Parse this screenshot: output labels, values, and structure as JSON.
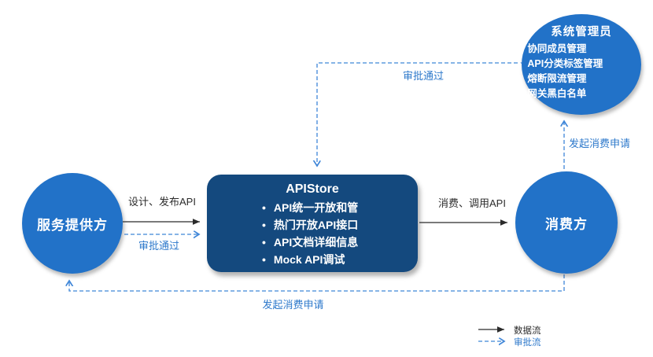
{
  "colors": {
    "background": "#ffffff",
    "circle_blue": "#2272c8",
    "box_navy": "#14497e",
    "flow_blue": "#3f86d8",
    "label_blue": "#2e79cb",
    "data_black": "#2b2b2b"
  },
  "nodes": {
    "provider": {
      "label": "服务提供方"
    },
    "consumer": {
      "label": "消费方"
    },
    "admin": {
      "title": "系统管理员",
      "items": [
        "协同成员管理",
        "API分类标签管理",
        "熔断限流管理",
        "网关黑白名单"
      ]
    },
    "apistore": {
      "title": "APIStore",
      "items": [
        "API统一开放和管",
        "热门开放API接口",
        "API文档详细信息",
        "Mock API调试"
      ]
    }
  },
  "edges": {
    "design_publish": "设计、发布API",
    "approve_left": "审批通过",
    "consume_call": "消费、调用API",
    "approve_top": "审批通过",
    "request_right": "发起消费申请",
    "request_bottom": "发起消费申请"
  },
  "legend": {
    "data_flow": "数据流",
    "approval_flow": "审批流"
  }
}
